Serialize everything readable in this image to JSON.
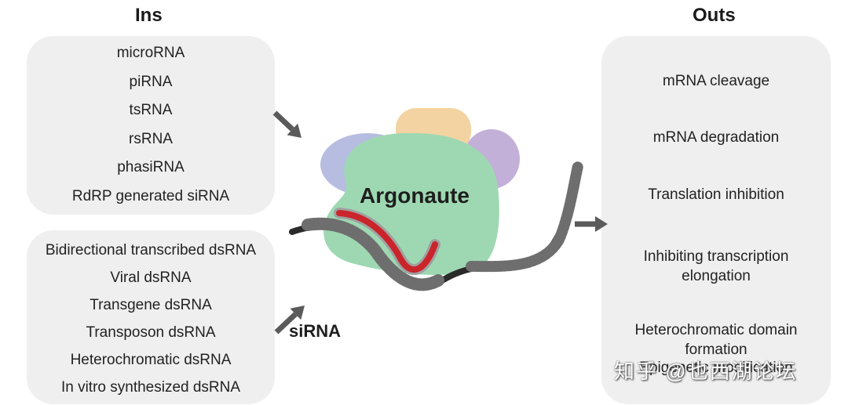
{
  "ins": {
    "heading": "Ins",
    "small_rna_items": [
      "microRNA",
      "piRNA",
      "tsRNA",
      "rsRNA",
      "phasiRNA",
      "RdRP generated siRNA"
    ],
    "dsrna_items": [
      "Bidirectional transcribed dsRNA",
      "Viral dsRNA",
      "Transgene dsRNA",
      "Transposon dsRNA",
      "Heterochromatic dsRNA",
      "In vitro synthesized dsRNA"
    ]
  },
  "outs": {
    "heading": "Outs",
    "items": [
      [
        "mRNA cleavage"
      ],
      [
        "mRNA degradation"
      ],
      [
        "Translation inhibition"
      ],
      [
        "Inhibiting transcription",
        "elongation"
      ],
      [
        "Heterochromatic domain",
        "formation"
      ],
      [
        "Epigenetic modification"
      ]
    ]
  },
  "center": {
    "protein_label": "Argonaute",
    "sirna_label": "siRNA"
  },
  "watermark": "知乎 @也西湖论坛",
  "colors": {
    "panel": "#efefef",
    "argonaute_green": "#9ed8b2",
    "blue_domain": "#b6bde0",
    "orange_domain": "#f3d3a1",
    "purple_domain": "#c3b0d8",
    "rna_red": "#c9252b",
    "rna_grey": "#6e6e6e",
    "arrow": "#5a5a5a"
  }
}
